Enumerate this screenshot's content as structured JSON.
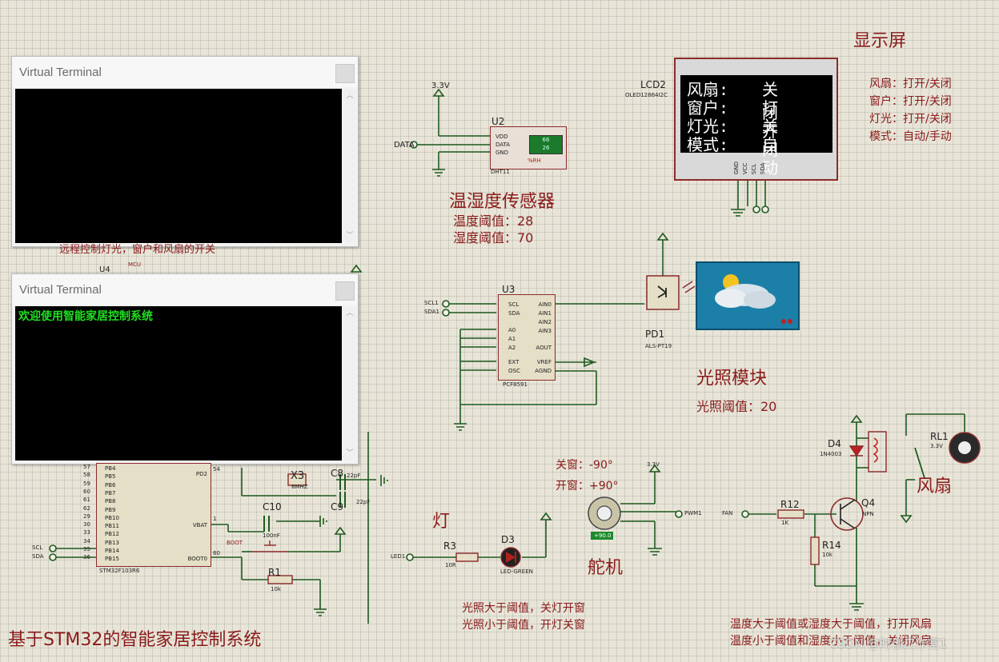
{
  "terminals": [
    {
      "title": "Virtual Terminal",
      "text": ""
    },
    {
      "title": "Virtual Terminal",
      "text": "欢迎使用智能家居控制系统"
    }
  ],
  "display": {
    "heading": "显示屏",
    "part_name": "LCD2",
    "part_model": "OLED12864I2C",
    "rows": [
      {
        "label": "风扇:",
        "value": "关闭"
      },
      {
        "label": "窗户:",
        "value": "打开"
      },
      {
        "label": "灯光:",
        "value": "关闭"
      },
      {
        "label": "模式:",
        "value": "自动"
      }
    ],
    "legend": [
      "风扇：打开/关闭",
      "窗户：打开/关闭",
      "灯光：打开/关闭",
      "模式：自动/手动"
    ],
    "pins": [
      "GND",
      "VCC",
      "SCL",
      "SDA"
    ]
  },
  "dht": {
    "title": "温湿度传感器",
    "temp_threshold": "温度阈值：28",
    "hum_threshold": "湿度阈值：70",
    "part": "U2",
    "model": "DHT11",
    "readout_top": "66",
    "readout_bottom": "26",
    "rh": "%RH",
    "vcc": "3.3V",
    "data_net": "DATA",
    "pins": [
      "VDD",
      "DATA",
      "GND"
    ]
  },
  "adc": {
    "part": "U3",
    "model": "PCF8591",
    "left_pins": [
      "SCL",
      "SDA",
      "A0",
      "A1",
      "A2",
      "EXT",
      "OSC"
    ],
    "right_pins": [
      "AIN0",
      "AIN1",
      "AIN2",
      "AIN3",
      "AOUT",
      "VREF",
      "AGND"
    ],
    "nets": [
      "SCL1",
      "SDA1"
    ]
  },
  "light": {
    "title": "光照模块",
    "threshold": "光照阈值：20",
    "part": "PD1",
    "model": "ALS-PT19"
  },
  "lamp": {
    "title": "灯",
    "resistor": "R3",
    "resistor_value": "10R",
    "led": "D3",
    "led_model": "LED-GREEN",
    "net": "LED1",
    "note1": "光照大于阈值，关灯开窗",
    "note2": "光照小于阈值，开灯关窗"
  },
  "servo": {
    "title": "舵机",
    "close": "关窗：-90°",
    "open": "开窗：+90°",
    "vcc": "3.3V",
    "net": "PWM1",
    "angle": "+90.0"
  },
  "fan": {
    "title": "风扇",
    "diode": "D4",
    "diode_model": "1N4003",
    "relay": "RL1",
    "relay_v": "3.3V",
    "transistor": "Q4",
    "transistor_type": "NPN",
    "r12": "R12",
    "r12_value": "1K",
    "r14": "R14",
    "r14_value": "10k",
    "net": "FAN",
    "note1": "温度大于阈值或湿度大于阈值，打开风扇",
    "note2": "温度小于阈值和湿度小于阈值，关闭风扇"
  },
  "mcu": {
    "model": "STM32F103R6",
    "label_u": "U4",
    "label_mcu": "MCU",
    "pins_left": [
      "PB4",
      "PB5",
      "PB6",
      "PB7",
      "PB8",
      "PB9",
      "PB10",
      "PB11",
      "PB12",
      "PB13",
      "PB14",
      "PB15"
    ],
    "pin_nums": [
      "57",
      "58",
      "59",
      "60",
      "61",
      "62",
      "29",
      "30",
      "33",
      "34",
      "35",
      "36"
    ],
    "pins_right": [
      "PD2",
      "VBAT",
      "BOOT0"
    ],
    "pin_right_nums": [
      "54",
      "1",
      "60"
    ],
    "nets": [
      "SCL",
      "SDA"
    ],
    "crystal": "X3",
    "crystal_freq": "8MHZ",
    "c8": "C8",
    "c8_v": "22pF",
    "c9": "C9",
    "c9_v": "22pF",
    "c10": "C10",
    "c10_v": "100nF",
    "r1": "R1",
    "r1_v": "10k",
    "boot": "BOOT",
    "remote_note": "远程控制灯光，窗户和风扇的开关"
  },
  "footer_title": "基于STM32的智能家居控制系统",
  "watermark": "CSDN @时创工作室1"
}
